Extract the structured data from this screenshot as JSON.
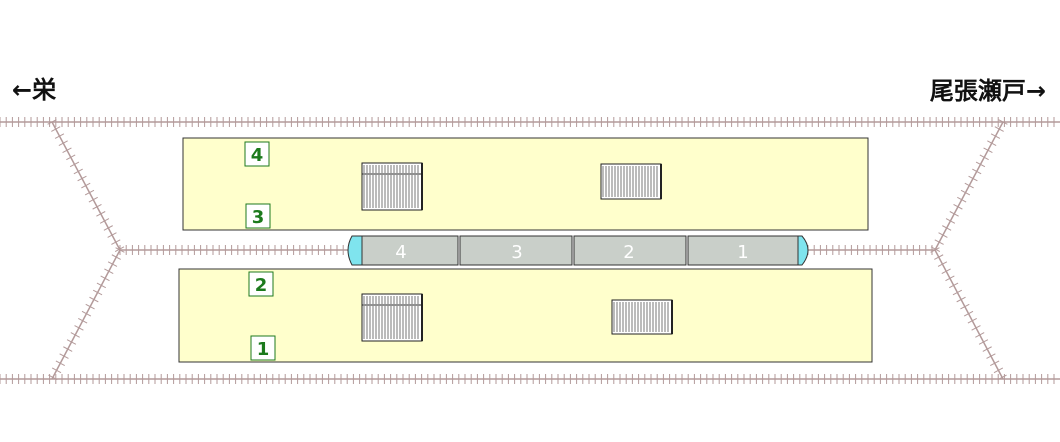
{
  "directions": {
    "left": "←栄",
    "right": "尾張瀬戸→"
  },
  "platforms": {
    "upper": {
      "track_top": "4",
      "track_bottom": "3"
    },
    "lower": {
      "track_top": "2",
      "track_bottom": "1"
    }
  },
  "train": {
    "cars": [
      "4",
      "3",
      "2",
      "1"
    ],
    "body_color": "#c9cfc9",
    "cab_color": "#7fe4ee"
  },
  "colors": {
    "platform_fill": "#ffffcc",
    "rail": "#b39a9a",
    "track_number": "#1c7a1c"
  }
}
